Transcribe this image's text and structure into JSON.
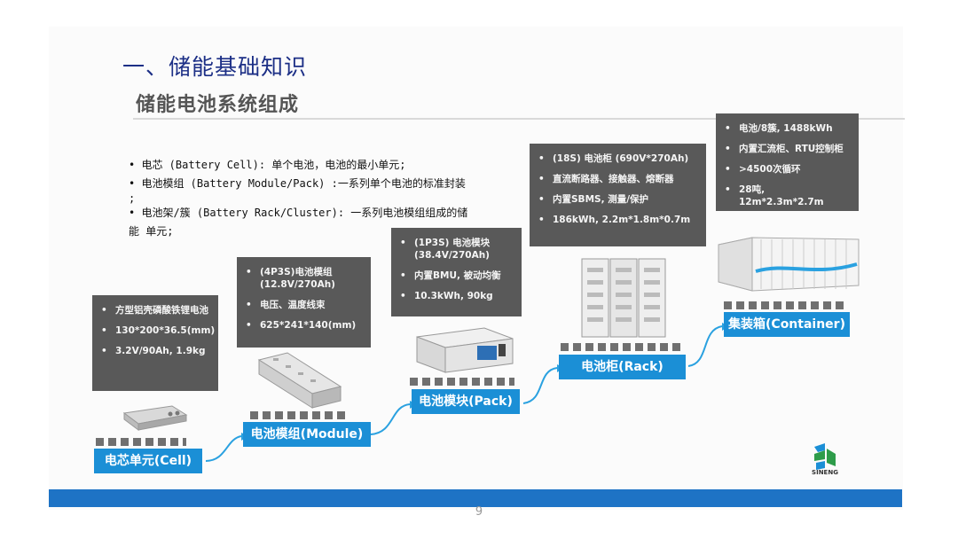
{
  "slide": {
    "title": "一、储能基础知识",
    "subtitle": "储能电池系统组成",
    "page_number": "9"
  },
  "bullets": [
    "•  电芯 (Battery Cell): 单个电池，电池的最小单元;",
    "•  电池模组 (Battery Module/Pack) :一系列单个电池的标准封装",
    ";",
    "•  电池架/簇 (Battery Rack/Cluster): 一系列电池模组组成的储",
    "能 单元;"
  ],
  "stages": [
    {
      "label": "电芯单元(Cell)",
      "specs": [
        "方型铝壳磷酸铁锂电池",
        "130*200*36.5(mm)",
        "3.2V/90Ah, 1.9kg"
      ]
    },
    {
      "label": "电池模组(Module)",
      "specs": [
        "(4P3S)电池模组 (12.8V/270Ah)",
        "电压、温度线束",
        "625*241*140(mm)"
      ]
    },
    {
      "label": "电池模块(Pack)",
      "specs": [
        "(1P3S) 电池模块 (38.4V/270Ah)",
        "内置BMU, 被动均衡",
        "10.3kWh, 90kg"
      ]
    },
    {
      "label": "电池柜(Rack)",
      "specs": [
        "(18S) 电池柜 (690V*270Ah)",
        "直流断路器、接触器、熔断器",
        "内置SBMS, 测量/保护",
        "186kWh, 2.2m*1.8m*0.7m"
      ]
    },
    {
      "label": "集装箱(Container)",
      "specs": [
        "电池/8簇, 1488kWh",
        "内置汇流柜、RTU控制柜",
        ">4500次循环",
        "28吨, 12m*2.3m*2.7m"
      ]
    }
  ],
  "logo": {
    "text": "SINENG"
  },
  "colors": {
    "accent_blue": "#1b8fd6",
    "title_navy": "#1c2f86",
    "bar_blue": "#1e73c5",
    "spec_gray": "#595959"
  }
}
